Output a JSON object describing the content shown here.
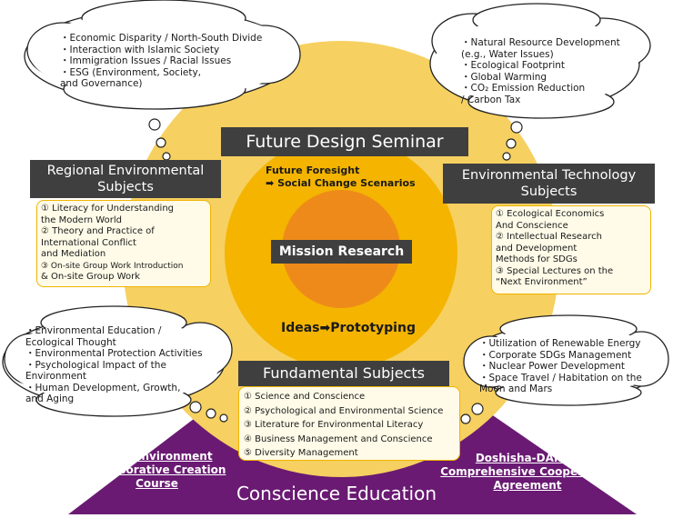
{
  "diagram": {
    "colors": {
      "outer_circle": "#f6d060",
      "middle_circle": "#f4b400",
      "inner_circle": "#ee8a1a",
      "triangle": "#6a1a73",
      "dark_label": "#3f3f3f",
      "box_border": "#f0b400"
    },
    "center": {
      "seminar_title": "Future Design Seminar",
      "foresight_line1": "Future Foresight",
      "foresight_line2": "Social Change Scenarios",
      "mission": "Mission Research",
      "ideas": "Ideas",
      "prototyping": "Prototyping"
    },
    "regional": {
      "title_line1": "Regional Environmental",
      "title_line2": "Subjects",
      "items": [
        "① Literacy for Understanding",
        "    the Modern World",
        "② Theory and Practice of",
        "    International Conflict",
        "    and Mediation",
        "③ On-site Group Work Introduction",
        "    & On-site Group Work"
      ]
    },
    "technology": {
      "title_line1": "Environmental Technology",
      "title_line2": "Subjects",
      "items": [
        "① Ecological Economics",
        "    And Conscience",
        "② Intellectual Research",
        "    and Development",
        "    Methods for SDGs",
        "③ Special Lectures on the",
        "    “Next Environment”"
      ]
    },
    "fundamental": {
      "title": "Fundamental Subjects",
      "items": [
        "① Science and Conscience",
        "② Psychological and Environmental Science",
        "③ Literature for Environmental Literacy",
        "④ Business Management and Conscience",
        "⑤ Diversity Management"
      ]
    },
    "clouds": {
      "top_left": [
        "・Economic Disparity / North-South Divide",
        "・Interaction with Islamic Society",
        "・Immigration Issues / Racial Issues",
        "・ESG (Environment, Society,",
        "   and Governance)"
      ],
      "top_right": [
        "・Natural Resource Development",
        "   (e.g., Water Issues)",
        "・Ecological Footprint",
        "・Global Warming",
        "・CO₂ Emission Reduction",
        "   / Carbon Tax"
      ],
      "bottom_left": [
        "・Environmental Education /",
        "   Ecological Thought",
        "・Environmental Protection Activities",
        "・Psychological Impact of the",
        "   Environment",
        "・Human Development, Growth,",
        "   and Aging"
      ],
      "bottom_right": [
        "・Utilization of Renewable Energy",
        "・Corporate SDGs Management",
        "・Nuclear Power Development",
        "・Space Travel / Habitation on the",
        "   Moon and Mars"
      ]
    },
    "base": {
      "left_line1": "Next Environment",
      "left_line2": "Collaborative Creation",
      "left_line3": "Course",
      "right_line1": "Doshisha-DAIKIN",
      "right_line2": "Comprehensive Cooperation",
      "right_line3": "Agreement",
      "title": "Conscience Education"
    }
  }
}
